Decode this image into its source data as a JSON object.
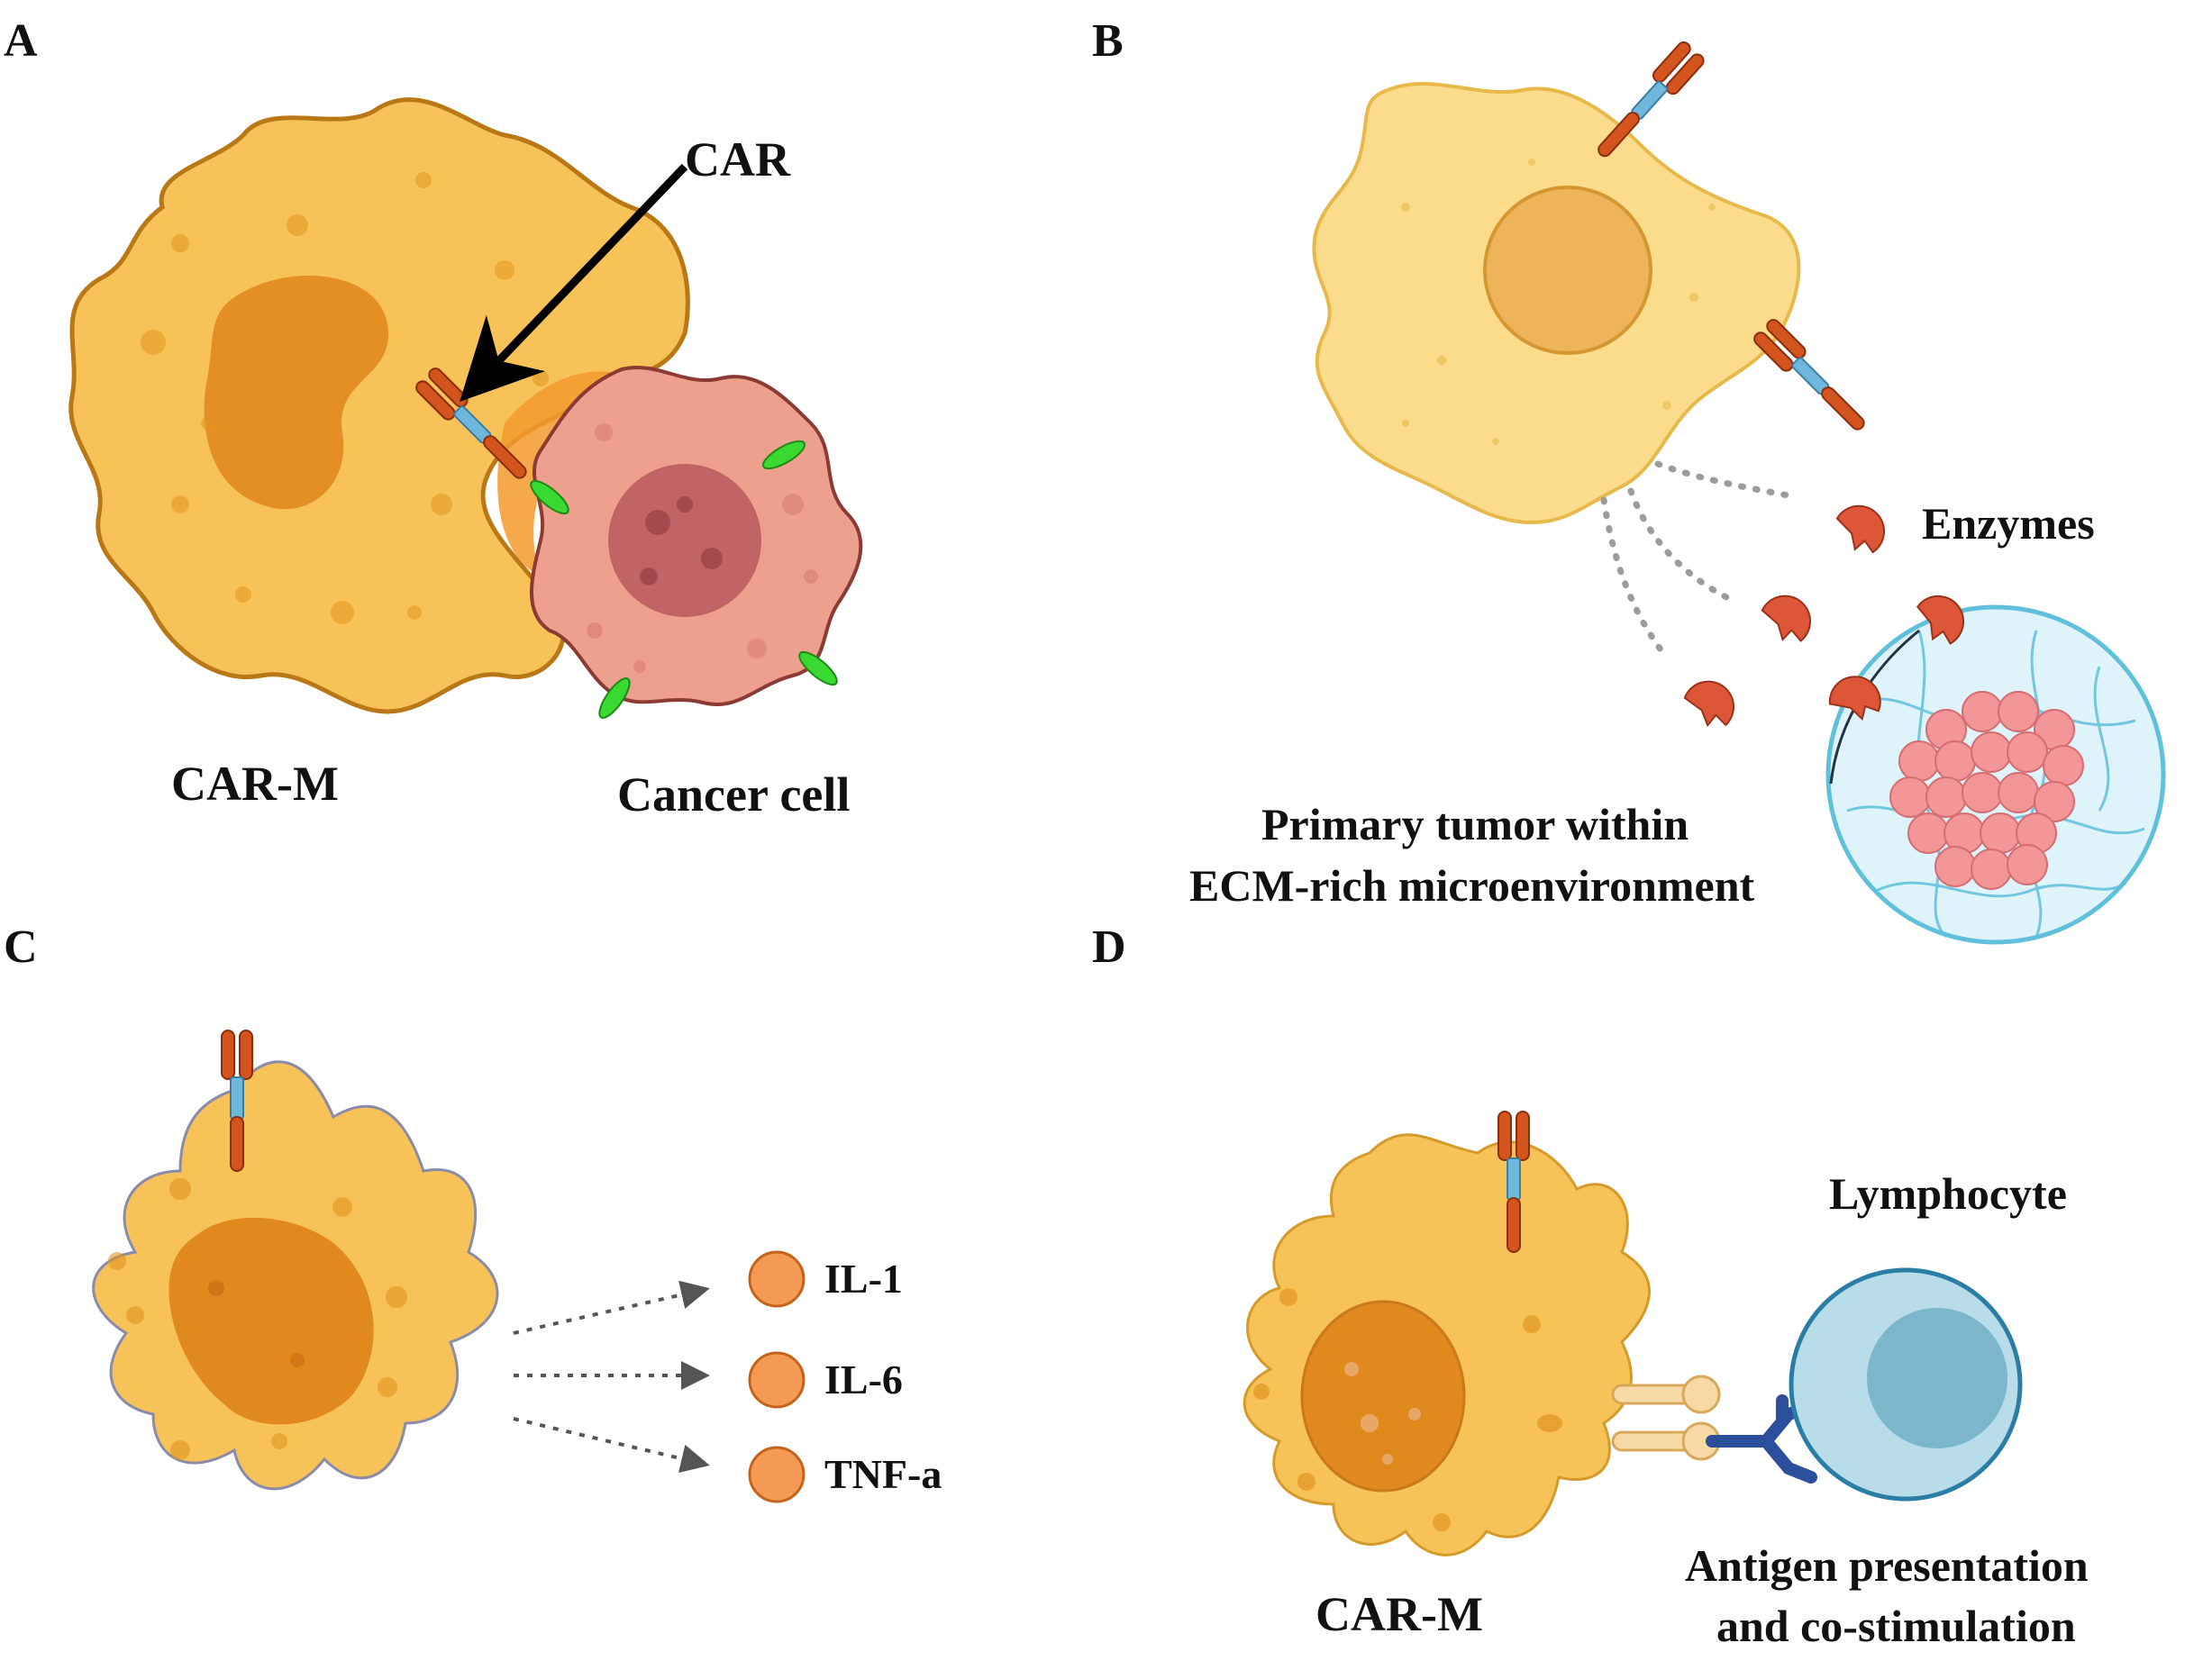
{
  "panels": {
    "a": {
      "letter": "A",
      "car_label": "CAR",
      "macrophage_label": "CAR-M",
      "cancer_label": "Cancer cell"
    },
    "b": {
      "letter": "B",
      "enzymes_label": "Enzymes",
      "tumor_label_line1": "Primary tumor within",
      "tumor_label_line2": "ECM-rich microenvironment"
    },
    "c": {
      "letter": "C",
      "cytokines": [
        "IL-1",
        "IL-6",
        "TNF-a"
      ]
    },
    "d": {
      "letter": "D",
      "lymphocyte_label": "Lymphocyte",
      "macrophage_label": "CAR-M",
      "process_line1": "Antigen presentation",
      "process_line2": "and co-stimulation"
    }
  },
  "colors": {
    "macrophage_fill": "#f7c257",
    "macrophage_stroke": "#b97716",
    "macrophage_b_fill": "#fbdb8c",
    "nucleus": "#e08a1e",
    "cancer_fill": "#eea08e",
    "cancer_nucleus": "#c06465",
    "car_red": "#d4541e",
    "car_blue": "#6fb7dc",
    "antigen_green": "#39d931",
    "enzyme": "#dd5638",
    "ecm_fill": "#dff3fb",
    "ecm_line": "#5fc0dc",
    "tumor_fill": "#f29698",
    "cytokine": "#f49a55",
    "lymphocyte_fill": "#b8dde8",
    "lymphocyte_nucleus": "#7cb6cb",
    "receptor_dark_blue": "#2c4f9b",
    "mhc_cream": "#f7d9a6"
  },
  "icons": [
    "car-receptor-icon",
    "antigen-icon",
    "enzyme-icon",
    "cytokine-icon",
    "mhc-icon",
    "tcr-icon"
  ]
}
